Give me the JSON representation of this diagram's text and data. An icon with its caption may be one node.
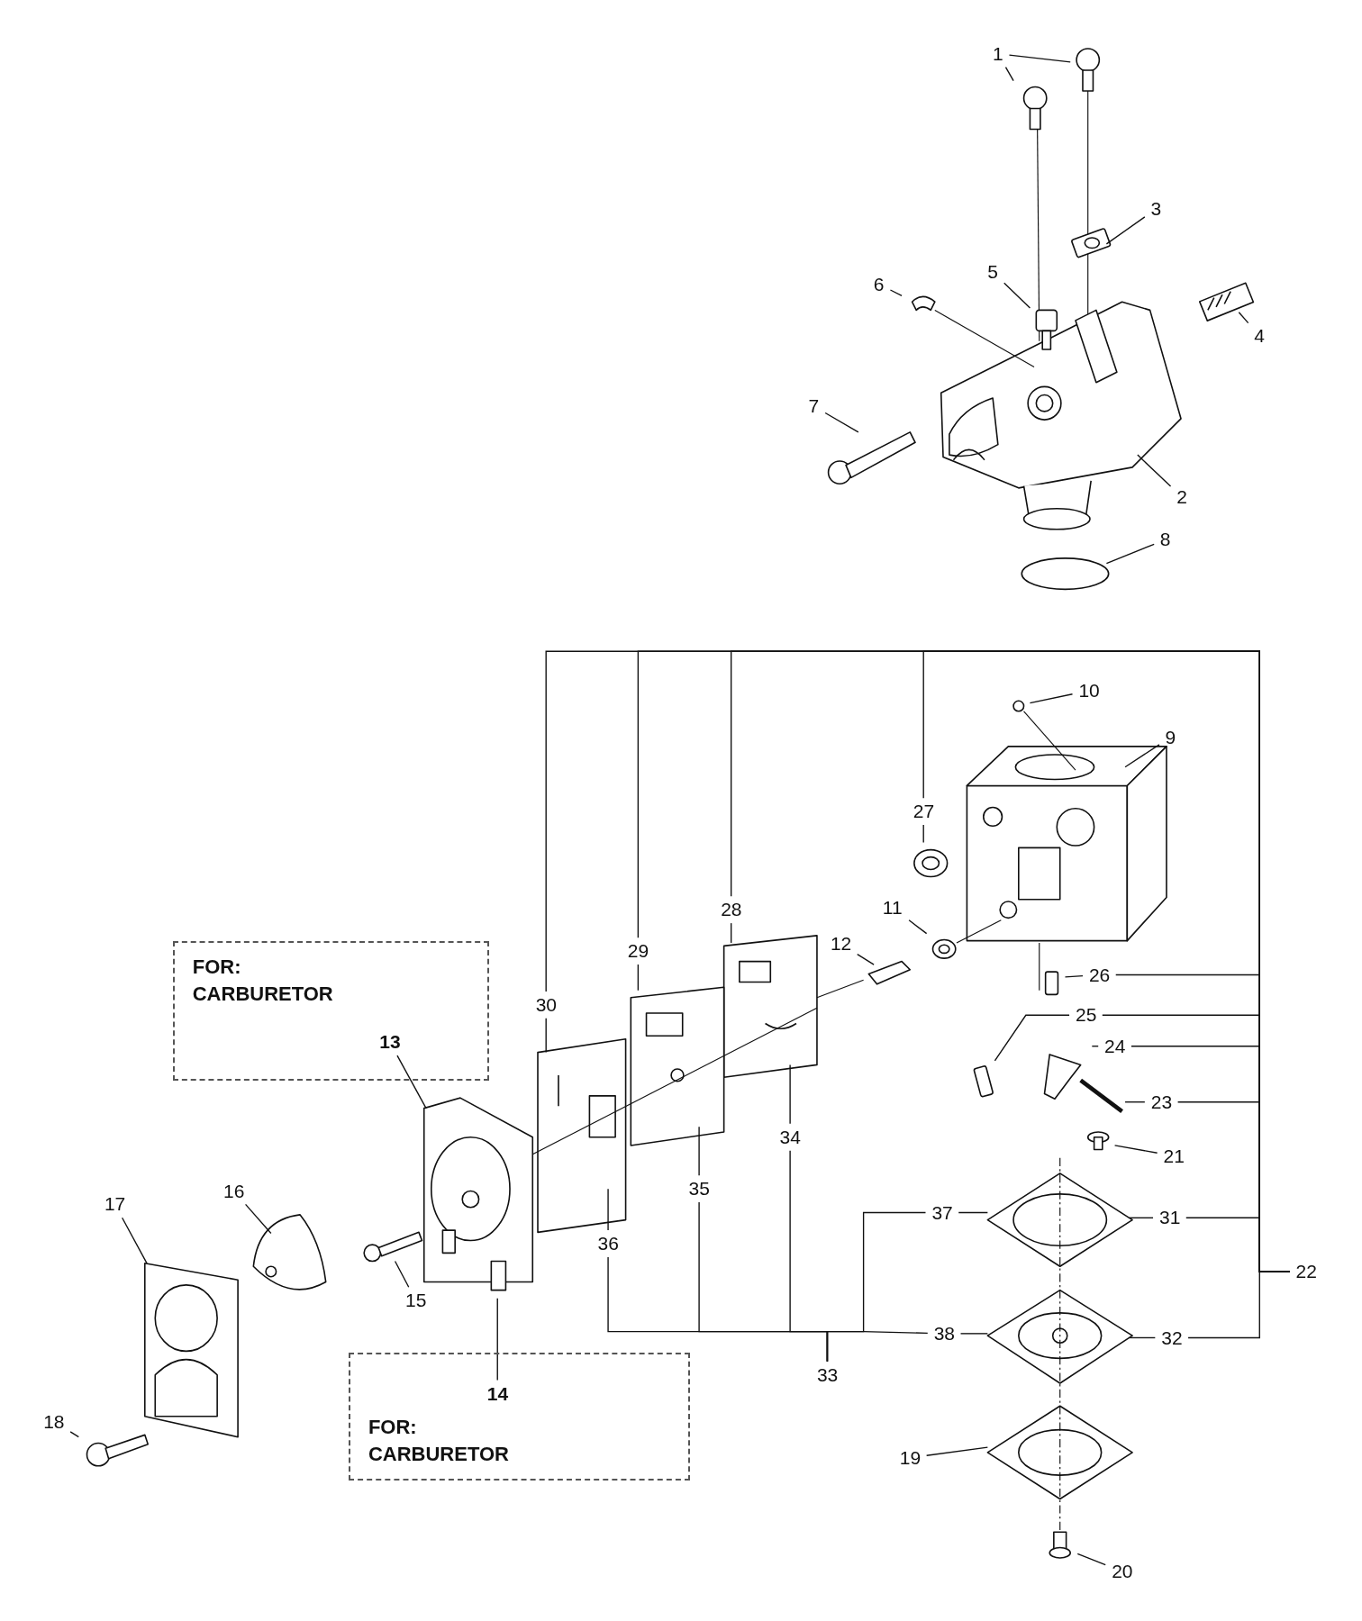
{
  "diagram": {
    "nodes": [
      {
        "text": [
          "1"
        ]
      },
      {
        "text": [
          "2"
        ]
      },
      {
        "text": [
          "3"
        ]
      },
      {
        "text": [
          "4"
        ]
      },
      {
        "text": [
          "5"
        ]
      },
      {
        "text": [
          "6"
        ]
      },
      {
        "text": [
          "7"
        ]
      },
      {
        "text": [
          "8"
        ]
      },
      {
        "text": [
          "9"
        ]
      },
      {
        "text": [
          "10"
        ]
      },
      {
        "text": [
          "11"
        ]
      },
      {
        "text": [
          "12"
        ]
      },
      {
        "text": [
          "13"
        ],
        "in": 38
      },
      {
        "text": [
          "14"
        ],
        "in": 39
      },
      {
        "text": [
          "15"
        ]
      },
      {
        "text": [
          "16"
        ]
      },
      {
        "text": [
          "17"
        ]
      },
      {
        "text": [
          "18"
        ]
      },
      {
        "text": [
          "19"
        ]
      },
      {
        "text": [
          "20"
        ]
      },
      {
        "text": [
          "21"
        ]
      },
      {
        "text": [
          "22"
        ]
      },
      {
        "text": [
          "23"
        ]
      },
      {
        "text": [
          "24"
        ]
      },
      {
        "text": [
          "25"
        ]
      },
      {
        "text": [
          "26"
        ]
      },
      {
        "text": [
          "27"
        ]
      },
      {
        "text": [
          "28"
        ]
      },
      {
        "text": [
          "29"
        ]
      },
      {
        "text": [
          "30"
        ]
      },
      {
        "text": [
          "31"
        ]
      },
      {
        "text": [
          "32"
        ]
      },
      {
        "text": [
          "33"
        ]
      },
      {
        "text": [
          "34"
        ]
      },
      {
        "text": [
          "35"
        ]
      },
      {
        "text": [
          "36"
        ]
      },
      {
        "text": [
          "37"
        ]
      },
      {
        "text": [
          "38"
        ]
      },
      {
        "text": [
          "FOR:",
          "CARBURETOR"
        ]
      },
      {
        "text": [
          "FOR:",
          "CARBURETOR"
        ]
      }
    ],
    "edges": [
      {
        "from": 0,
        "to": null,
        "arrow": "none"
      },
      {
        "from": 0,
        "to": null,
        "arrow": "none"
      },
      {
        "from": 1,
        "to": null,
        "arrow": "none"
      },
      {
        "from": 2,
        "to": null,
        "arrow": "none"
      },
      {
        "from": 3,
        "to": null,
        "arrow": "none"
      },
      {
        "from": 4,
        "to": null,
        "arrow": "none"
      },
      {
        "from": 5,
        "to": null,
        "arrow": "none"
      },
      {
        "from": 6,
        "to": null,
        "arrow": "none"
      },
      {
        "from": 7,
        "to": null,
        "arrow": "none"
      },
      {
        "from": 8,
        "to": null,
        "arrow": "none"
      },
      {
        "from": 9,
        "to": null,
        "arrow": "none"
      },
      {
        "from": 10,
        "to": null,
        "arrow": "none"
      },
      {
        "from": 11,
        "to": null,
        "arrow": "none"
      },
      {
        "from": 12,
        "to": null,
        "arrow": "none"
      },
      {
        "from": 13,
        "to": null,
        "arrow": "none"
      },
      {
        "from": 14,
        "to": null,
        "arrow": "none"
      },
      {
        "from": 15,
        "to": null,
        "arrow": "none"
      },
      {
        "from": 16,
        "to": null,
        "arrow": "none"
      },
      {
        "from": 17,
        "to": null,
        "arrow": "none"
      },
      {
        "from": 18,
        "to": null,
        "arrow": "none"
      },
      {
        "from": 19,
        "to": null,
        "arrow": "none"
      },
      {
        "from": 20,
        "to": null,
        "arrow": "none"
      },
      {
        "from": 22,
        "to": null,
        "arrow": "none"
      },
      {
        "from": 23,
        "to": null,
        "arrow": "none"
      },
      {
        "from": 24,
        "to": null,
        "arrow": "none"
      },
      {
        "from": 25,
        "to": null,
        "arrow": "none"
      },
      {
        "from": 26,
        "to": null,
        "arrow": "none"
      },
      {
        "from": 27,
        "to": null,
        "arrow": "none"
      },
      {
        "from": 28,
        "to": null,
        "arrow": "none"
      },
      {
        "from": 29,
        "to": null,
        "arrow": "none"
      },
      {
        "from": 30,
        "to": null,
        "arrow": "none"
      },
      {
        "from": 31,
        "to": null,
        "arrow": "none"
      },
      {
        "from": 33,
        "to": null,
        "arrow": "none"
      },
      {
        "from": 34,
        "to": null,
        "arrow": "none"
      },
      {
        "from": 35,
        "to": null,
        "arrow": "none"
      },
      {
        "from": 36,
        "to": null,
        "arrow": "none"
      },
      {
        "from": 37,
        "to": null,
        "arrow": "none"
      },
      {
        "from": 21,
        "to": 25,
        "arrow": "none"
      },
      {
        "from": 21,
        "to": 24,
        "arrow": "none"
      },
      {
        "from": 21,
        "to": 23,
        "arrow": "none"
      },
      {
        "from": 21,
        "to": 22,
        "arrow": "none"
      },
      {
        "from": 21,
        "to": 30,
        "arrow": "none"
      },
      {
        "from": 21,
        "to": 31,
        "arrow": "none"
      },
      {
        "from": 21,
        "to": 26,
        "arrow": "none"
      },
      {
        "from": 21,
        "to": 27,
        "arrow": "none"
      },
      {
        "from": 21,
        "to": 28,
        "arrow": "none"
      },
      {
        "from": 21,
        "to": 29,
        "arrow": "none"
      },
      {
        "from": 32,
        "to": 35,
        "arrow": "none"
      },
      {
        "from": 32,
        "to": 34,
        "arrow": "none"
      },
      {
        "from": 32,
        "to": 33,
        "arrow": "none"
      },
      {
        "from": 32,
        "to": 36,
        "arrow": "none"
      },
      {
        "from": 32,
        "to": 37,
        "arrow": "none"
      }
    ]
  }
}
